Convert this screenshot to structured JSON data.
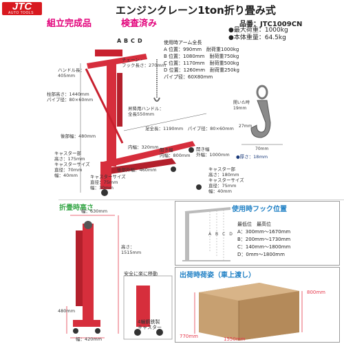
{
  "header": {
    "logo": "JTC",
    "logo_sub": "AUTO TOOLS",
    "title": "エンジンクレーン1ton折り畳み式",
    "sub_left": "組立完成品",
    "sub_right": "検査済み",
    "part_no": "品番：JTC1009CN"
  },
  "specs": {
    "max_load": "●最大荷重：1000kg",
    "weight": "●本体重量：64.5kg"
  },
  "arm_specs": [
    "使用時アーム全長",
    "A 位置：990mm　耐荷重1000kg",
    "B 位置：1080mm　耐荷重750kg",
    "C 位置：1170mm　耐荷重500kg",
    "D 位置：1260mm　耐荷重250kg",
    "パイプ径：60X80mm"
  ],
  "arm_letters": [
    "A",
    "B",
    "C",
    "D"
  ],
  "hook": {
    "open_width": "開いた時\n19mm",
    "width_27": "27mm",
    "width_70": "70mm",
    "thickness": "●厚さ：18mm"
  },
  "crane_labels": {
    "handle_length": "ハンドル長：\n405mm",
    "chain_hook": "チェーン・\nフック長さ：270mm",
    "pillar": "柱部高さ：1440mm\nパイプ径：80×60mm",
    "lift_handle": "昇降用ハンドル：\n全長550mm",
    "rear": "後部幅：480mm",
    "foot": "足全長：1190mm　パイプ径：80×60mm",
    "inner": "内幅：320mm",
    "open_inner": "開き幅\n内幅：800mm",
    "open_outer": "開き幅\n外幅：1000mm",
    "caster_rear": "キャスター部\n高さ：175mm\nキャスターサイズ\n直径：70mm\n幅：40mm",
    "caster_mid": "キャスターサイズ\n直径：75mm\n幅：30mm",
    "rear_outer": "後部外幅：460mm",
    "caster_front": "キャスター部\n高さ：180mm\nキャスターサイズ\n直径：75mm\n幅：40mm"
  },
  "folded": {
    "title": "折畳時高さ",
    "width": "幅：630mm",
    "height": "高さ：\n1515mm",
    "side": "480mm",
    "bottom": "幅：420mm",
    "safety": "安全に楽に移動",
    "casters": "4輪鋼鉄製\nキャスター"
  },
  "hook_positions": {
    "title": "使用時フック位置",
    "header": "最低位　最高位",
    "rows": [
      "A：300mm～1670mm",
      "B：200mm～1730mm",
      "C：140mm～1800mm",
      "D：0mm～1800mm"
    ],
    "letters": [
      "A",
      "B",
      "C",
      "D"
    ]
  },
  "shipping": {
    "title": "出荷時荷姿（車上渡し）",
    "height": "800mm",
    "width": "1550mm",
    "depth": "770mm"
  },
  "colors": {
    "accent_magenta": "#e2007a",
    "crane_red": "#d62e3c",
    "section_blue": "#1e7fc4",
    "logo_red": "#d8191f"
  }
}
